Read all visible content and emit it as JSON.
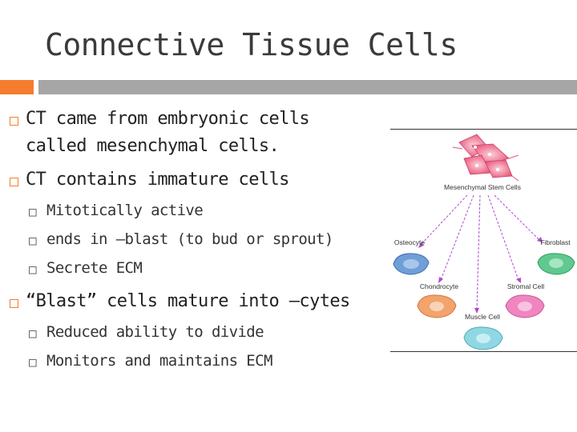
{
  "slide": {
    "title": "Connective Tissue Cells",
    "bullets": [
      {
        "text_line1": "CT came from embryonic cells",
        "text_line2": "called mesenchymal cells."
      },
      {
        "text": "CT contains immature cells"
      },
      {
        "text": "“Blast” cells mature into –cytes"
      }
    ],
    "sub_bullets_1": [
      {
        "marker": "□",
        "text": "Mitotically active"
      },
      {
        "marker": "□",
        "text": "ends in –blast (to bud or sprout)"
      },
      {
        "marker": "□",
        "text": "Secrete ECM"
      }
    ],
    "sub_bullets_2": [
      {
        "marker": "□",
        "text": "Reduced ability to divide"
      },
      {
        "marker": "□",
        "text": "Monitors and maintains ECM"
      }
    ]
  },
  "diagram": {
    "labels": {
      "stem": "Mesenchymal Stem Cells",
      "osteocyte": "Osteocyte",
      "fibroblast": "Fibroblast",
      "chondrocyte": "Chondrocyte",
      "stromal": "Stromal Cell",
      "muscle": "Muscle Cell"
    },
    "colors": {
      "stem": "#f0607e",
      "osteocyte": "#6f9fd6",
      "fibroblast": "#5fc98f",
      "chondrocyte": "#f3a36c",
      "stromal": "#f086c0",
      "muscle": "#8fd8e3",
      "arrow": "#b04ad0"
    }
  },
  "theme": {
    "accent": "#f47d2e",
    "bar_gray": "#a6a6a6"
  }
}
